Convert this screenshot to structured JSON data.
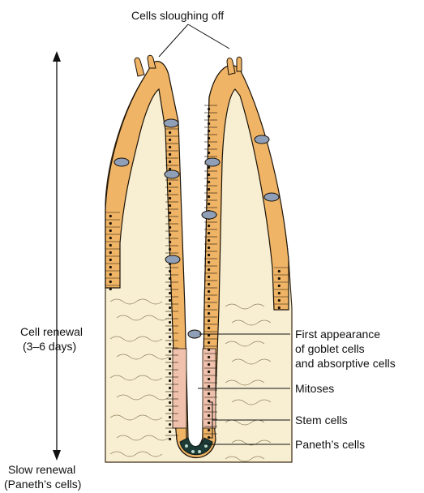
{
  "labels": {
    "top": "Cells sloughing off",
    "renewal_line1": "Cell renewal",
    "renewal_line2": "(3–6 days)",
    "slow_line1": "Slow renewal",
    "slow_line2": "(Paneth’s cells)",
    "goblet_line1": "First appearance",
    "goblet_line2": "of goblet cells",
    "goblet_line3": "and absorptive cells",
    "mitoses": "Mitoses",
    "stem": "Stem cells",
    "paneth": "Paneth’s cells"
  },
  "colors": {
    "epithelium": "#efb466",
    "stroma": "#f8efd2",
    "mitotic": "#f0c2ad",
    "paneth": "#1c3a36",
    "goblet": "#8f9fb8",
    "outline": "#1a1208"
  }
}
